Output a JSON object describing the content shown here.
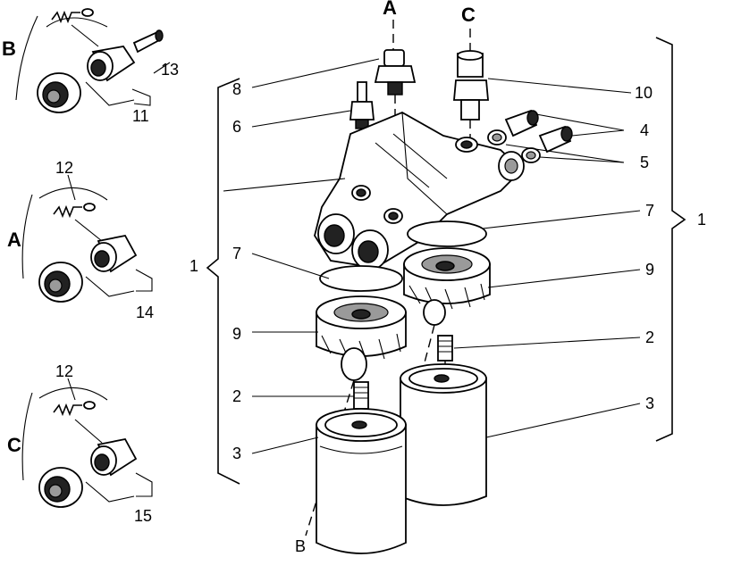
{
  "callouts": {
    "view_a": "A",
    "view_b": "B",
    "view_c": "C",
    "n1": "1",
    "n2": "2",
    "n3": "3",
    "n4": "4",
    "n5": "5",
    "n6": "6",
    "n7": "7",
    "n8": "8",
    "n9": "9",
    "n10": "10",
    "n11": "11",
    "n12": "12",
    "n13": "13",
    "n14": "14",
    "n15": "15"
  }
}
